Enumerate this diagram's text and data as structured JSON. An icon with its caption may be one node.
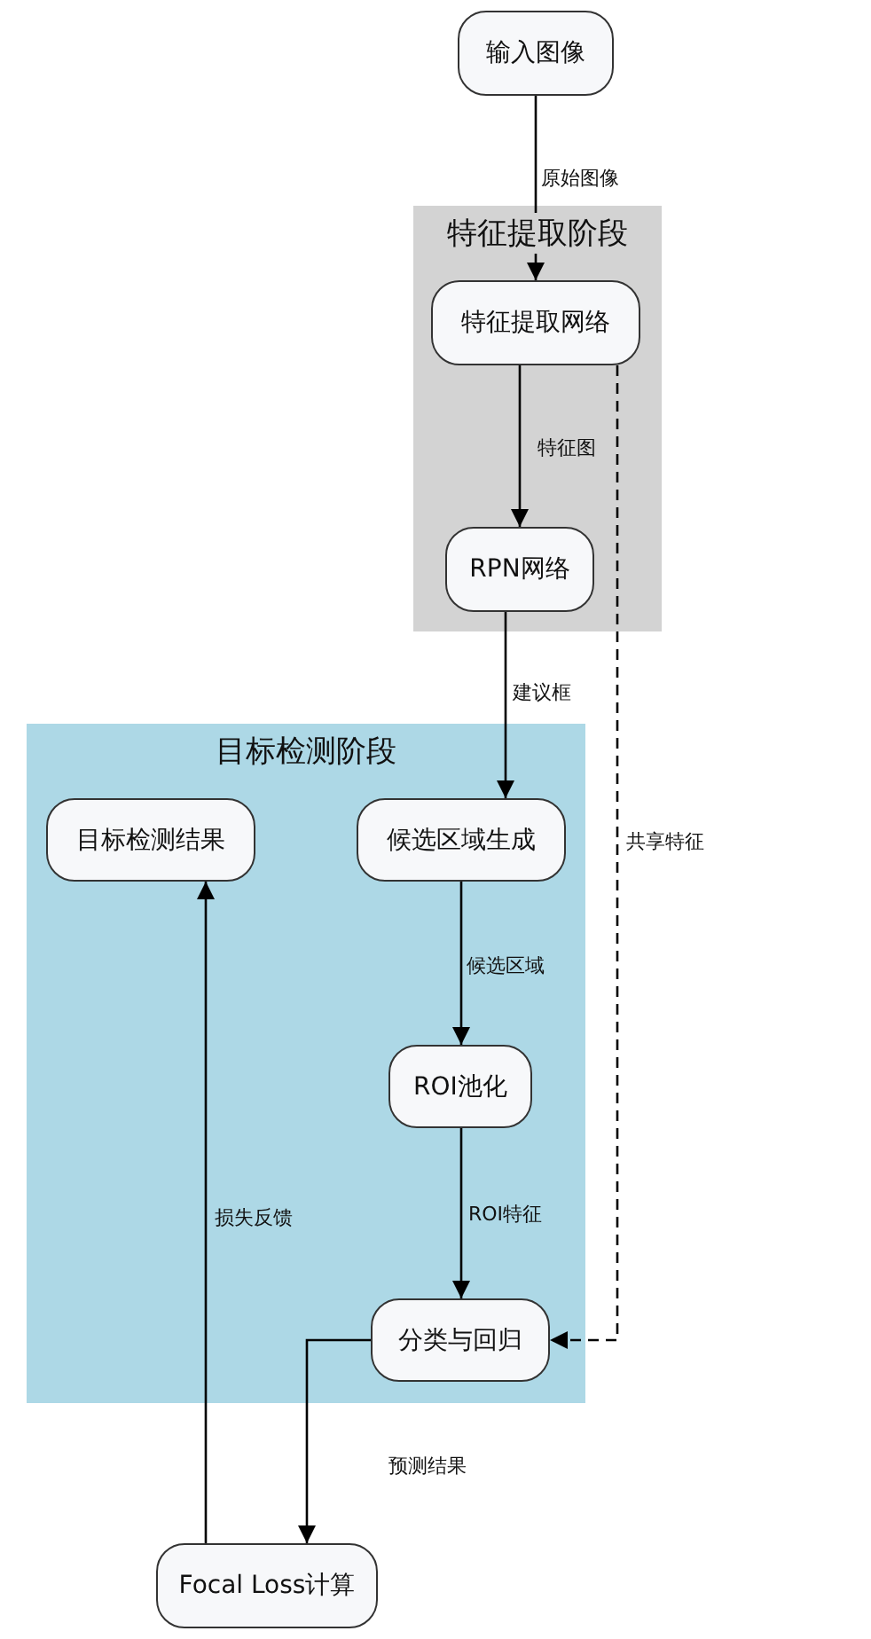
{
  "diagram": {
    "nodes": [
      {
        "text": [
          "输入图像"
        ]
      },
      {
        "text": [
          "特征提取阶段"
        ]
      },
      {
        "text": [
          "特征提取网络"
        ],
        "in": 1
      },
      {
        "text": [
          "RPN网络"
        ],
        "in": 1
      },
      {
        "text": [
          "目标检测阶段"
        ]
      },
      {
        "text": [
          "目标检测结果"
        ],
        "in": 4
      },
      {
        "text": [
          "候选区域生成"
        ],
        "in": 4
      },
      {
        "text": [
          "ROI池化"
        ],
        "in": 4
      },
      {
        "text": [
          "分类与回归"
        ],
        "in": 4
      },
      {
        "text": [
          "Focal Loss计算"
        ]
      }
    ],
    "edges": [
      {
        "from": 0,
        "to": 2,
        "arrow": "to",
        "label": "原始图像"
      },
      {
        "from": 2,
        "to": 3,
        "arrow": "to",
        "label": "特征图"
      },
      {
        "from": 3,
        "to": 6,
        "arrow": "to",
        "label": "建议框"
      },
      {
        "from": 6,
        "to": 7,
        "arrow": "to",
        "label": "候选区域"
      },
      {
        "from": 7,
        "to": 8,
        "arrow": "to",
        "label": "ROI特征"
      },
      {
        "from": 2,
        "to": 8,
        "arrow": "to",
        "label": "共享特征",
        "style": "dashed"
      },
      {
        "from": 8,
        "to": 9,
        "arrow": "to",
        "label": "预测结果"
      },
      {
        "from": 9,
        "to": 5,
        "arrow": "to",
        "label": "损失反馈"
      }
    ]
  }
}
